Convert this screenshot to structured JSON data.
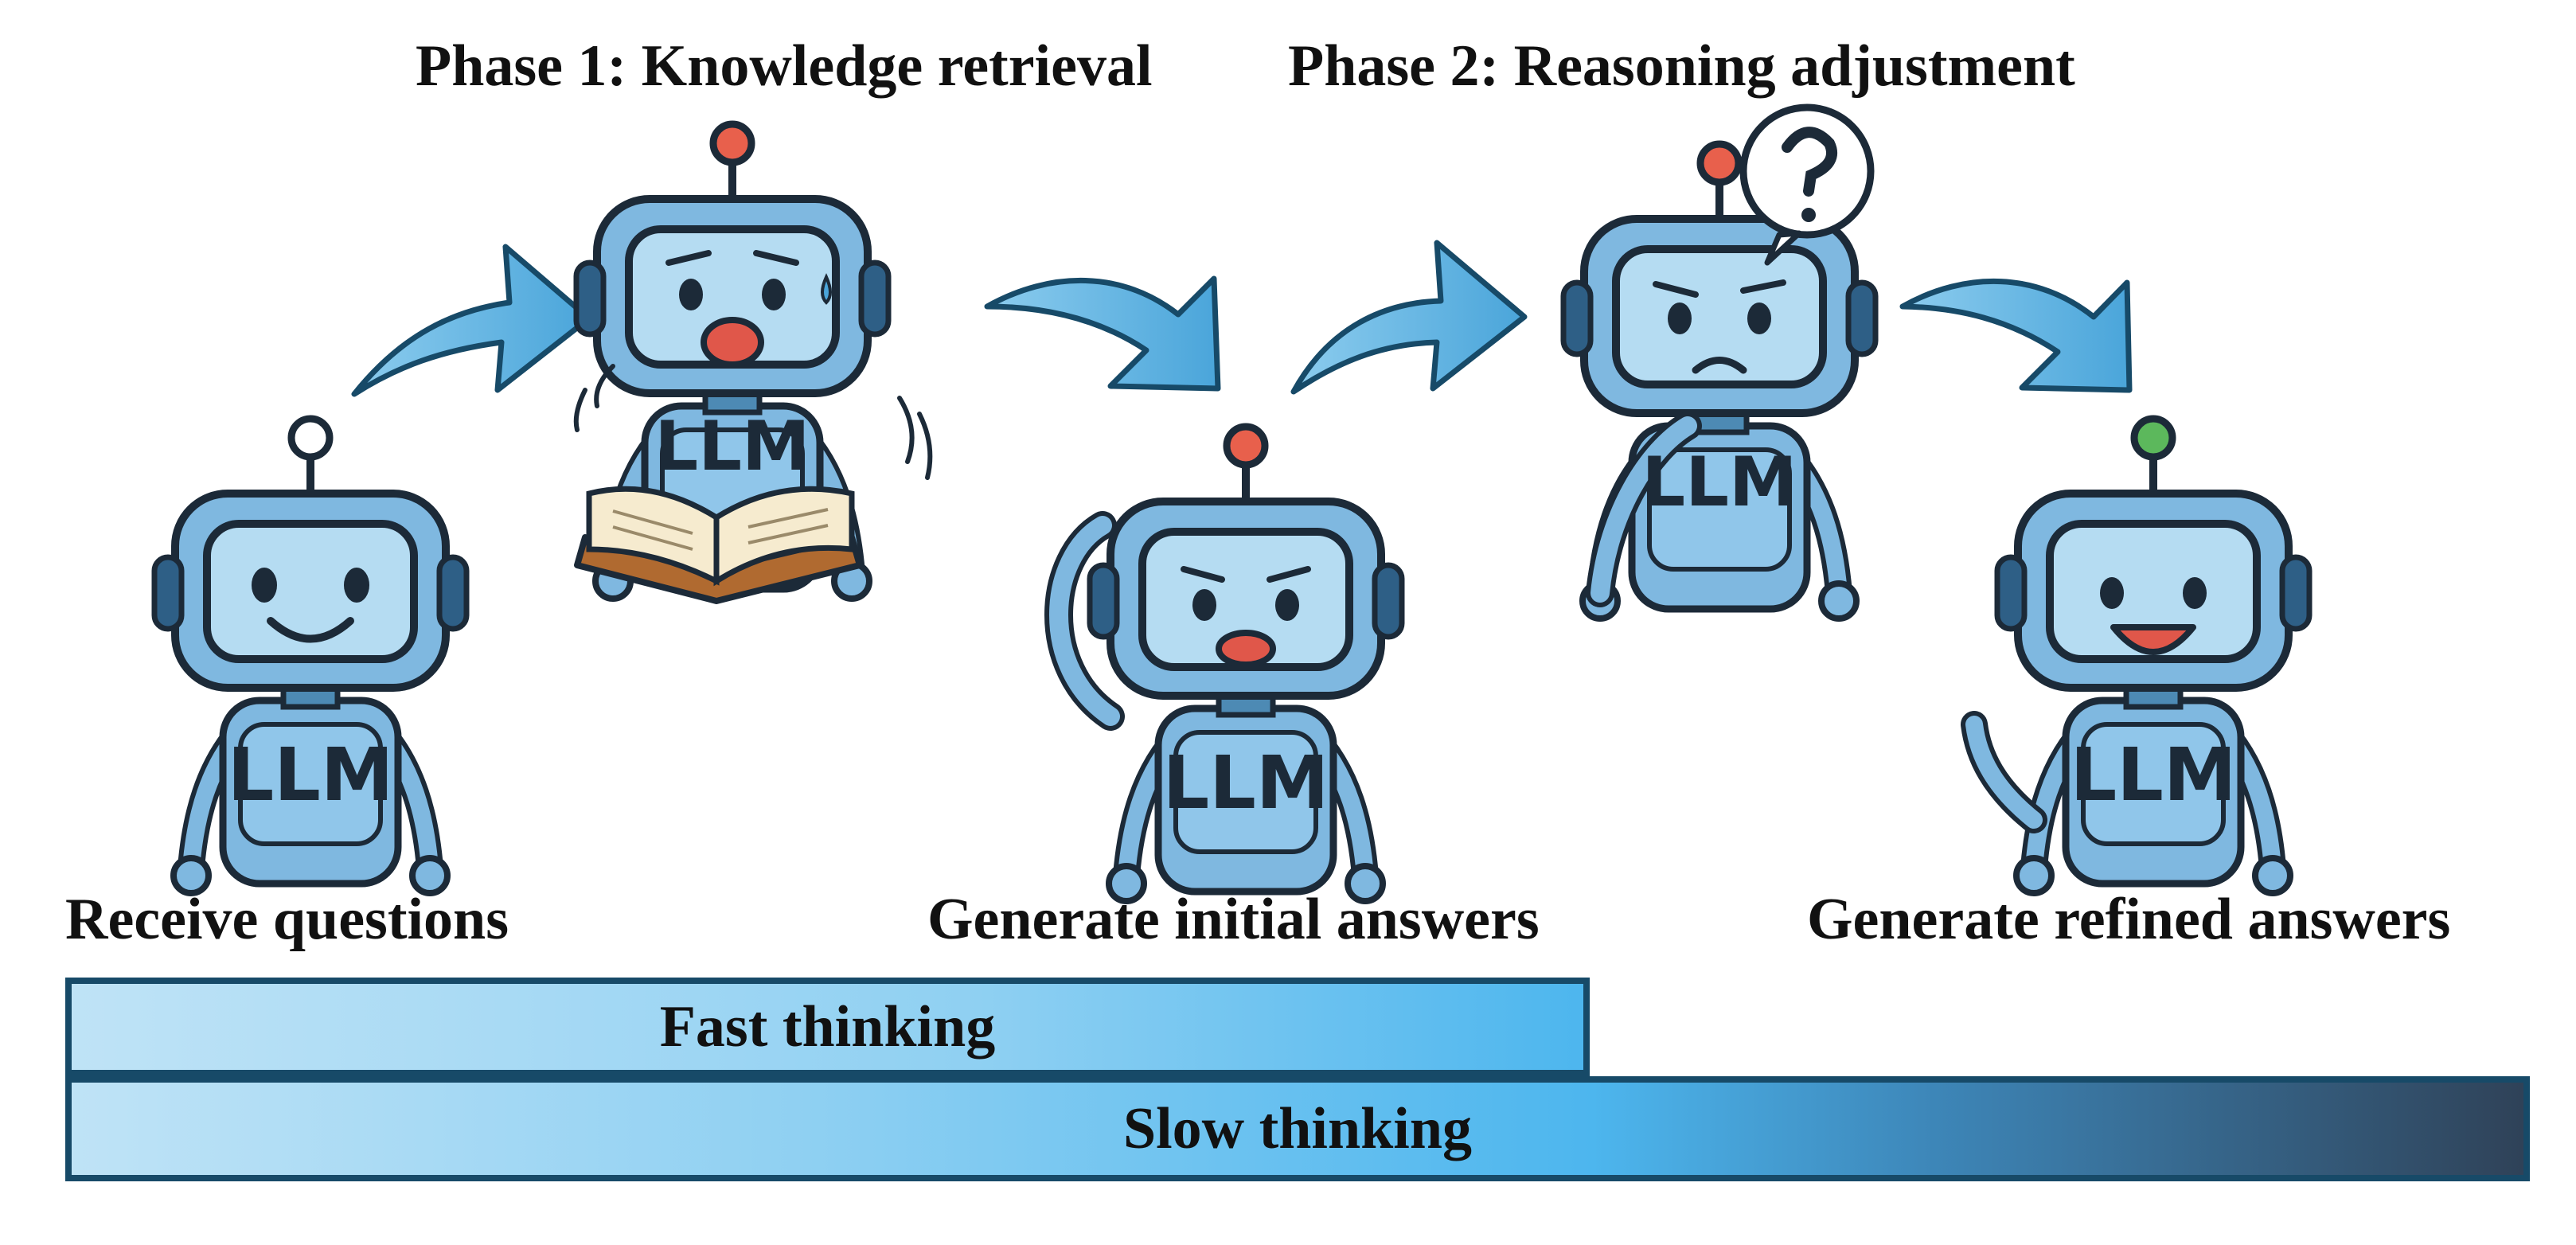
{
  "phases": {
    "phase1": "Phase 1: Knowledge retrieval",
    "phase2": "Phase 2: Reasoning adjustment"
  },
  "steps": {
    "receive": "Receive questions",
    "initial": "Generate initial answers",
    "refined": "Generate refined answers"
  },
  "robots": {
    "chest_label": "LLM",
    "antenna_colors": [
      "#ffffff",
      "#e8604c",
      "#e8604c",
      "#e8604c",
      "#5cb85c"
    ]
  },
  "thinking_bars": {
    "fast": "Fast thinking",
    "slow": "Slow thinking"
  },
  "colors": {
    "robot_body": "#7fb8e0",
    "robot_face": "#b5dcf2",
    "outline": "#1c2a38",
    "arrow": "#5fb2e0",
    "bar_border": "#174a68",
    "bar_light": "#bfe3f6",
    "bar_mid": "#4db6ee",
    "bar_dark": "#2f4258"
  }
}
